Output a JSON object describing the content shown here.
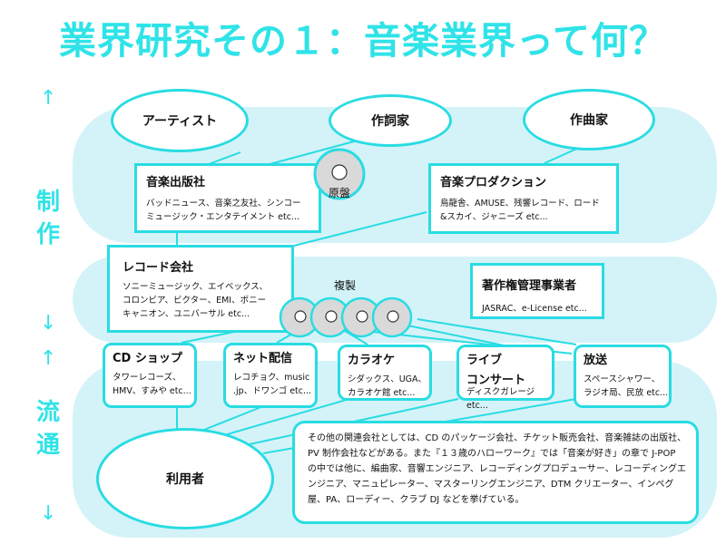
{
  "title": "業界研究その１：音楽業界って何？",
  "side_labels": {
    "production": [
      "制",
      "作"
    ],
    "distribution": [
      "流",
      "通"
    ]
  },
  "arrows": {
    "up": "↑",
    "down": "↓"
  },
  "ovals": {
    "artist": "アーティスト",
    "lyricist": "作詞家",
    "composer": "作曲家",
    "user": "利用者"
  },
  "boxes": {
    "publisher": {
      "title": "音楽出版社",
      "text": "バッドニュース、音楽之友社、シンコー\nミュージック・エンタテイメント etc..."
    },
    "production": {
      "title": "音楽プロダクション",
      "text": "烏龍舎、AMUSE、残響レコード、ロード\n&スカイ、ジャニーズ etc..."
    },
    "record": {
      "title": "レコード会社",
      "text": "ソニーミュージック、エイベックス、\nコロンビア、ビクター、EMI、ポニー\nキャニオン、ユニバーサル etc..."
    },
    "copyright": {
      "title": "著作権管理事業者",
      "text": "JASRAC、e-License etc..."
    },
    "cdshop": {
      "title": "CD ショップ",
      "text": "タワーレコーズ、\nHMV、すみや etc..."
    },
    "net": {
      "title": "ネット配信",
      "text": "レコチョク、music\n.jp、ドワンゴ etc..."
    },
    "karaoke": {
      "title": "カラオケ",
      "text": "シダックス、UGA、\nカラオケ館 etc..."
    },
    "live": {
      "title": "ライブ\nコンサート",
      "text": "ディスクガレージ etc..."
    },
    "broadcast": {
      "title": "放送",
      "text": "スペースシャワー、\nラジオ局、民放 etc..."
    }
  },
  "labels": {
    "master": "原盤",
    "copy": "複製"
  },
  "note": "その他の関連会社としては、CD のパッケージ会社、チケット販売会社、音楽雑誌の出版社、PV 制作会社などがある。また『１３歳のハローワーク』では「音楽が好き」の章で J-POP の中では他に、編曲家、音響エンジニア、レコーディングプロデューサー、レコーディングエンジニア、マニュピレーター、マスターリングエンジニア、DTM クリエーター、インペグ屋、PA、ローディー、クラブ DJ などを挙げている。",
  "colors": {
    "accent": "#2fe3e8",
    "band": "#d4f3f8",
    "border": "#29dce3"
  }
}
